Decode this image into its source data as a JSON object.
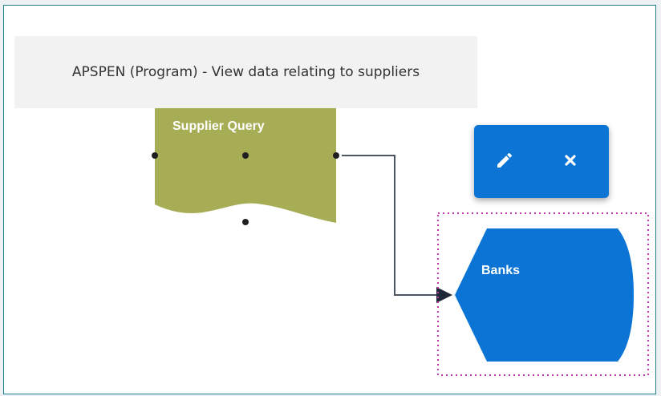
{
  "tooltip": {
    "text": "APSPEN (Program) - View data relating to suppliers"
  },
  "nodes": {
    "supplier_query": {
      "label": "Supplier Query",
      "color": "#a6ad55"
    },
    "banks": {
      "label": "Banks",
      "color": "#0b74d4"
    }
  },
  "toolbar": {
    "edit_icon": "pencil-icon",
    "delete_icon": "close-icon"
  },
  "colors": {
    "frame_border": "#1b7f8c",
    "connector": "#4b5563",
    "selection": "#c535b0"
  }
}
